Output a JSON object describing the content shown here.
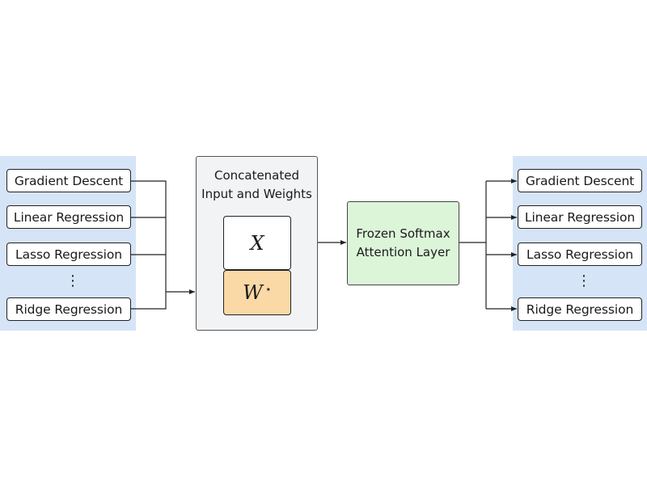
{
  "left_panel": {
    "items": [
      "Gradient Descent",
      "Linear Regression",
      "Lasso Regression",
      "Ridge Regression"
    ],
    "ellipsis": "⋮"
  },
  "concat_block": {
    "title_line1": "Concatenated",
    "title_line2": "Input and Weights",
    "x_label": "X",
    "w_label": "W",
    "w_superscript": "⋆"
  },
  "attention_block": {
    "line1": "Frozen Softmax",
    "line2": "Attention Layer"
  },
  "right_panel": {
    "items": [
      "Gradient Descent",
      "Linear Regression",
      "Lasso Regression",
      "Ridge Regression"
    ],
    "ellipsis": "⋮"
  },
  "colors": {
    "panel_bg": "#d6e4f7",
    "concat_bg": "#f2f3f4",
    "weights_bg": "#fbd9a6",
    "attention_bg": "#dcf5d9"
  }
}
